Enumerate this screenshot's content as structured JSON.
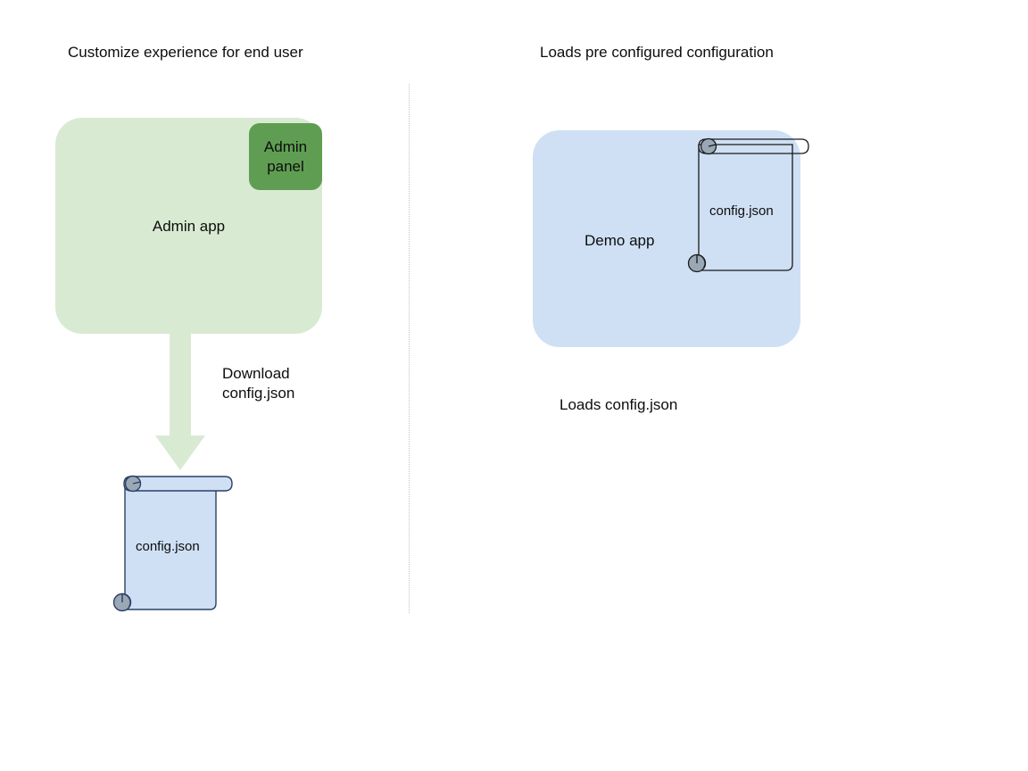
{
  "diagram": {
    "background_color": "#ffffff",
    "divider": {
      "style": "dotted",
      "color": "#b9b9c4"
    },
    "left_panel": {
      "title": "Customize experience for end user",
      "app_card": {
        "label": "Admin app",
        "fill_color": "#d9ead3"
      },
      "badge": {
        "label": "Admin\npanel",
        "fill_color": "#5f9e52"
      },
      "arrow": {
        "label": "Download\nconfig.json",
        "fill_color": "#d9ead3",
        "direction": "down"
      },
      "document": {
        "label": "config.json",
        "fill_color": "#cfe0f5",
        "stroke_color": "#2a3f66",
        "curl_color": "#9aa7b5"
      }
    },
    "right_panel": {
      "title": "Loads pre configured configuration",
      "app_card": {
        "label": "Demo app",
        "fill_color": "#cfe0f5"
      },
      "document": {
        "label": "config.json",
        "fill_color": "transparent",
        "stroke_color": "#1a1a1a",
        "curl_color": "#9aa7b5"
      },
      "caption": "Loads config.json"
    }
  }
}
